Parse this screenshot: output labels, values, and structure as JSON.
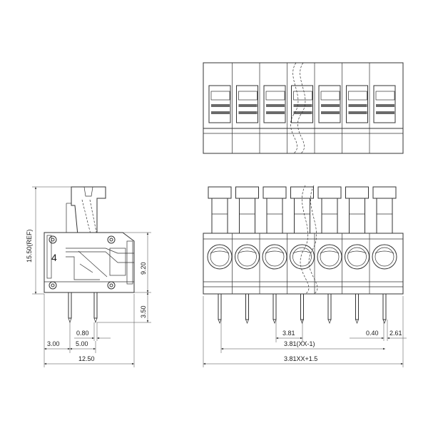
{
  "drawing": {
    "side_view": {
      "dim_total_height": "15.50(REF)",
      "dim_body_height": "9.20",
      "dim_pin_length": "3.50",
      "dim_pin_gap": "0.80",
      "dim_pin_offset_left": "3.00",
      "dim_pin_pitch": "5.00",
      "dim_total_width": "12.50",
      "body_marking": "4"
    },
    "front_view": {
      "pole_count": 7,
      "dim_pitch": "3.81",
      "dim_span": "3.81(XX-1)",
      "dim_pin_width": "0.40",
      "dim_pin_offset": "2.61",
      "dim_total_length": "3.81XX+1.5"
    }
  }
}
